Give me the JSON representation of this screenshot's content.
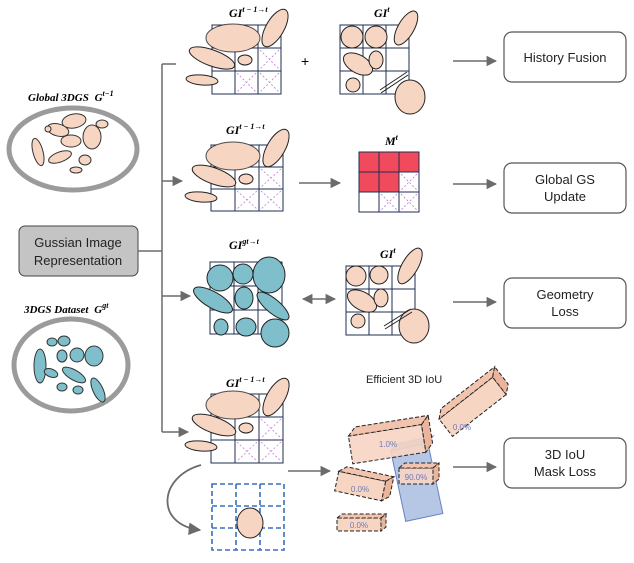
{
  "left": {
    "global_label": "Global 3DGS",
    "global_symbol": "G",
    "global_sup": "t−1",
    "dataset_label": "3DGS Dataset",
    "dataset_symbol": "G",
    "dataset_sup": "gt",
    "representation_line1": "Gussian Image",
    "representation_line2": "Representation"
  },
  "labels": {
    "gi": "GI",
    "sup_prev": "t − 1→t",
    "sup_gt": "gt→t",
    "sup_t": "t",
    "mask": "M",
    "plus": "+",
    "iou_title": "Efficient 3D IoU"
  },
  "outputs": [
    {
      "line1": "History Fusion",
      "line2": ""
    },
    {
      "line1": "Global GS",
      "line2": "Update"
    },
    {
      "line1": "Geometry",
      "line2": "Loss"
    },
    {
      "line1": "3D IoU",
      "line2": "Mask Loss"
    }
  ],
  "iou_values": [
    "1.0%",
    "0.0%",
    "0.0%",
    "90.0%",
    "0.0%"
  ],
  "colors": {
    "peach": "#f7d5c3",
    "teal": "#7fbfcb",
    "red": "#f04a5c",
    "grid": "#1f2d4f",
    "cross": "#c07bd9",
    "gray_box": "#c4c4c4",
    "blue_box": "#a9bce0",
    "dash_blue": "#3a6fc0",
    "iou_text": "#6b7bbf"
  }
}
